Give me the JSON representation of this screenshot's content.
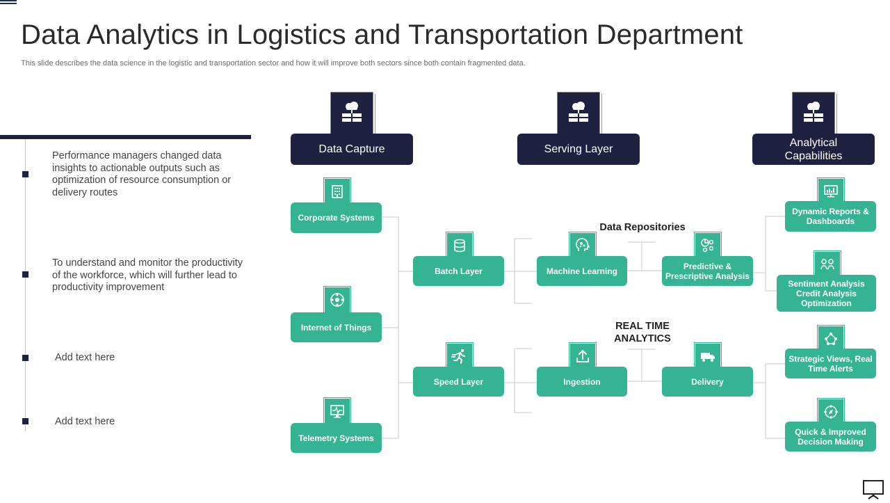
{
  "title": "Data Analytics in Logistics and Transportation Department",
  "subtitle": "This slide describes the data science in the logistic and transportation sector and how it will improve both sectors since both contain fragmented data.",
  "bullets": [
    "Performance managers changed data insights to actionable outputs such as optimization of resource consumption or delivery routes",
    "To understand and monitor the productivity of the workforce, which will further lead to productivity improvement",
    "Add text here",
    "Add text here"
  ],
  "headers": {
    "data_capture": "Data Capture",
    "serving_layer": "Serving Layer",
    "analytical": "Analytical Capabilities"
  },
  "nodes": {
    "corporate_systems": "Corporate Systems",
    "internet_of_things": "Internet of Things",
    "telemetry_systems": "Telemetry Systems",
    "batch_layer": "Batch Layer",
    "speed_layer": "Speed Layer",
    "machine_learning": "Machine Learning",
    "predictive": "Predictive & Prescriptive Analysis",
    "ingestion": "Ingestion",
    "delivery": "Delivery",
    "dynamic_reports": "Dynamic Reports & Dashboards",
    "sentiment": "Sentiment Analysis Credit Analysis Optimization",
    "strategic_views": "Strategic Views, Real Time Alerts",
    "quick_decision": "Quick & Improved Decision Making"
  },
  "labels": {
    "data_repositories": "Data Repositories",
    "real_time_analytics": "REAL TIME ANALYTICS"
  },
  "colors": {
    "navy": "#1f2140",
    "teal": "#35b493"
  },
  "icons": [
    "server-cloud-icon",
    "building-icon",
    "iot-icon",
    "monitor-pulse-icon",
    "database-icon",
    "runner-icon",
    "brain-icon",
    "analytics-icon",
    "upload-icon",
    "truck-icon",
    "dashboard-icon",
    "sentiment-icon",
    "network-icon",
    "compass-icon",
    "presentation-icon"
  ]
}
